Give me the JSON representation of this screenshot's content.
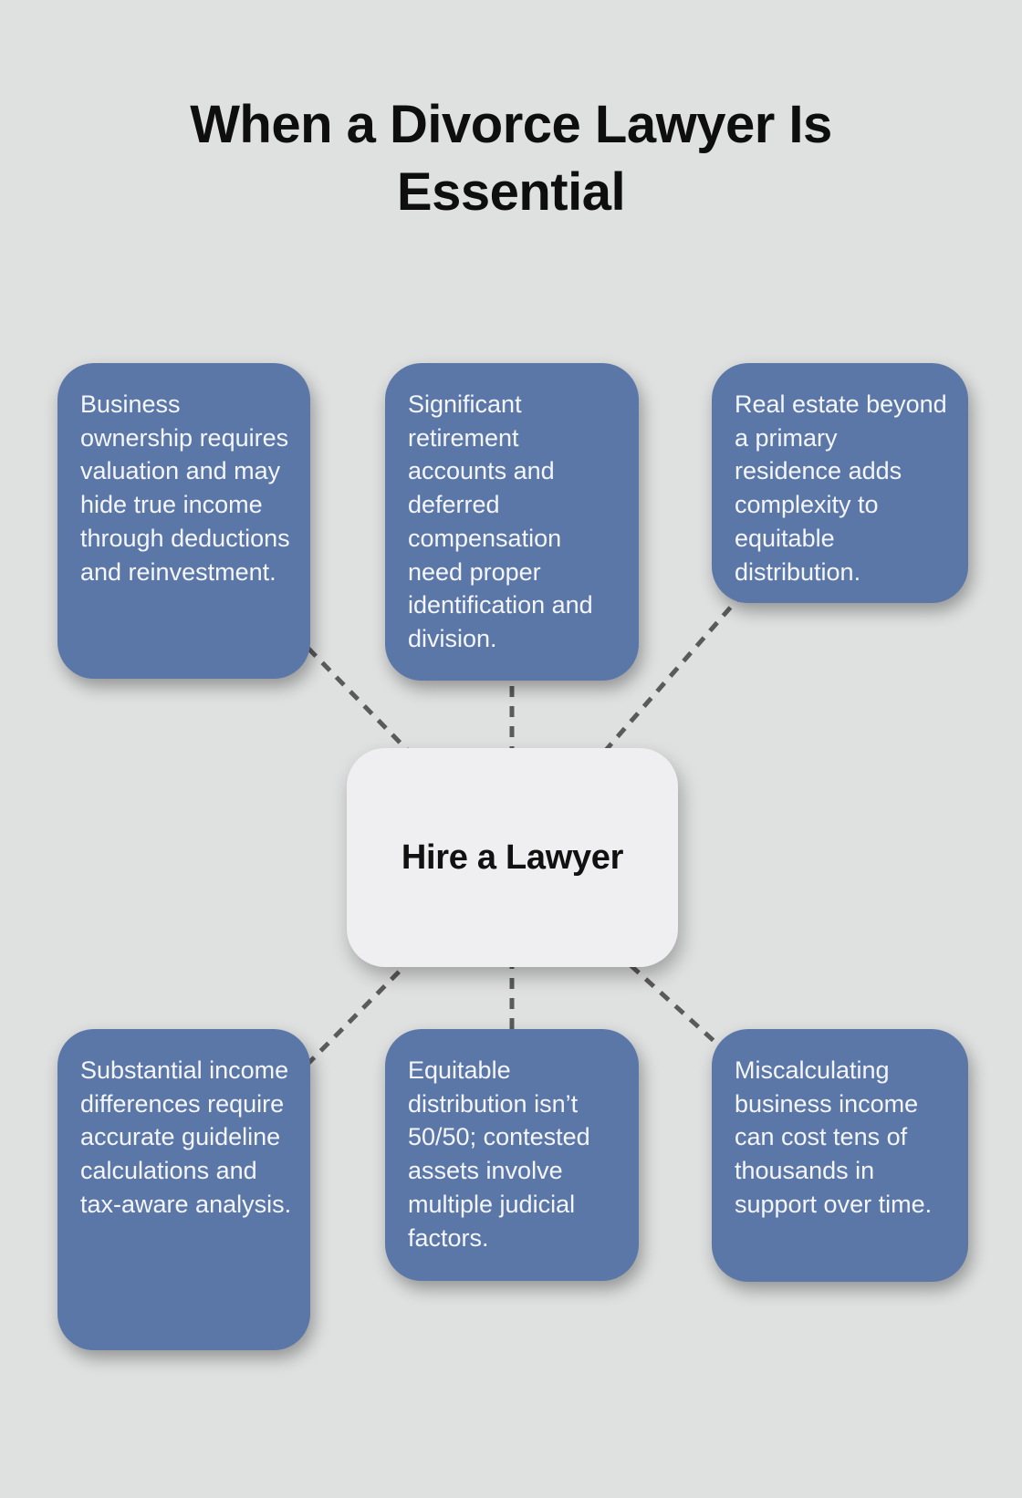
{
  "title": "When a Divorce Lawyer Is Essential",
  "center": {
    "label": "Hire a Lawyer"
  },
  "reasons": [
    {
      "text": "Business ownership requires valuation and may hide true income through deductions and reinvestment."
    },
    {
      "text": "Significant retirement accounts and deferred compensation need proper identification and division."
    },
    {
      "text": "Real estate beyond a primary residence adds complexity to equitable distribution."
    },
    {
      "text": "Substantial income differences require accurate guideline calculations and tax-aware analysis."
    },
    {
      "text": "Equitable distribution isn’t 50/50; contested assets involve multiple judicial factors."
    },
    {
      "text": "Miscalculating business income can cost tens of thousands in support over time."
    }
  ],
  "colors": {
    "background": "#dfe0e0",
    "node_blue": "#5b77a8",
    "center_fill": "#efeff1",
    "connector": "#5a5a5a",
    "title_text": "#0e0e0e",
    "box_text": "#f4f6f9"
  }
}
